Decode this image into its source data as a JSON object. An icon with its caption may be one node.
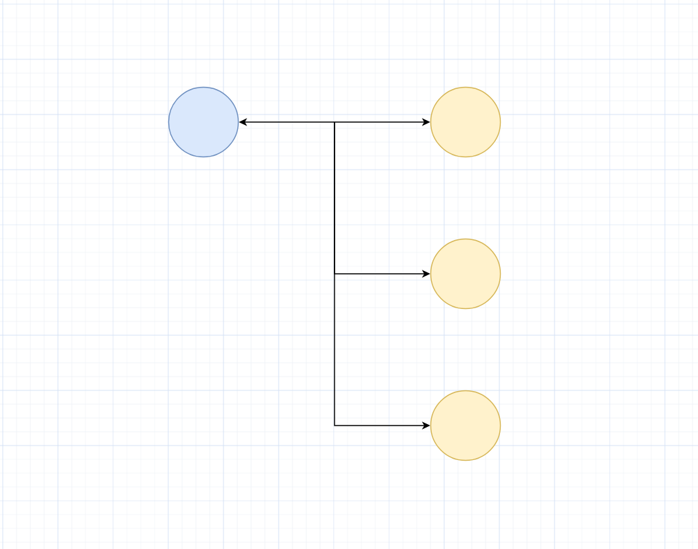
{
  "diagram": {
    "nodes": [
      {
        "text": [],
        "shape": "circle"
      },
      {
        "text": [],
        "shape": "circle"
      },
      {
        "text": [],
        "shape": "circle"
      },
      {
        "text": [],
        "shape": "circle"
      }
    ],
    "edges": [
      {
        "from": 0,
        "to": 1,
        "arrow": "both"
      },
      {
        "from": 0,
        "to": 2,
        "arrow": "both"
      },
      {
        "from": 0,
        "to": 3,
        "arrow": "both"
      }
    ]
  }
}
